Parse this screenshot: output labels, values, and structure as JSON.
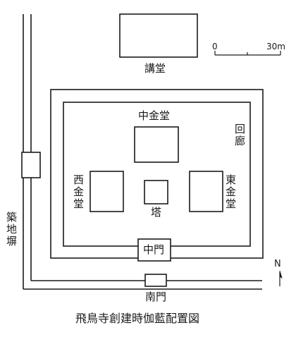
{
  "labels": {
    "lecture_hall": "講堂",
    "central_golden_hall": "中金堂",
    "corridor": "回廊",
    "west_golden_hall": "西金堂",
    "east_golden_hall": "東金堂",
    "pagoda": "塔",
    "middle_gate": "中門",
    "south_gate": "南門",
    "earthen_wall": "築地塀",
    "north": "N",
    "caption": "飛鳥寺創建時伽藍配置図"
  },
  "scale": {
    "start": "0",
    "end": "30m"
  },
  "colors": {
    "ink": "#1a1a1a",
    "paper": "#ffffff"
  }
}
